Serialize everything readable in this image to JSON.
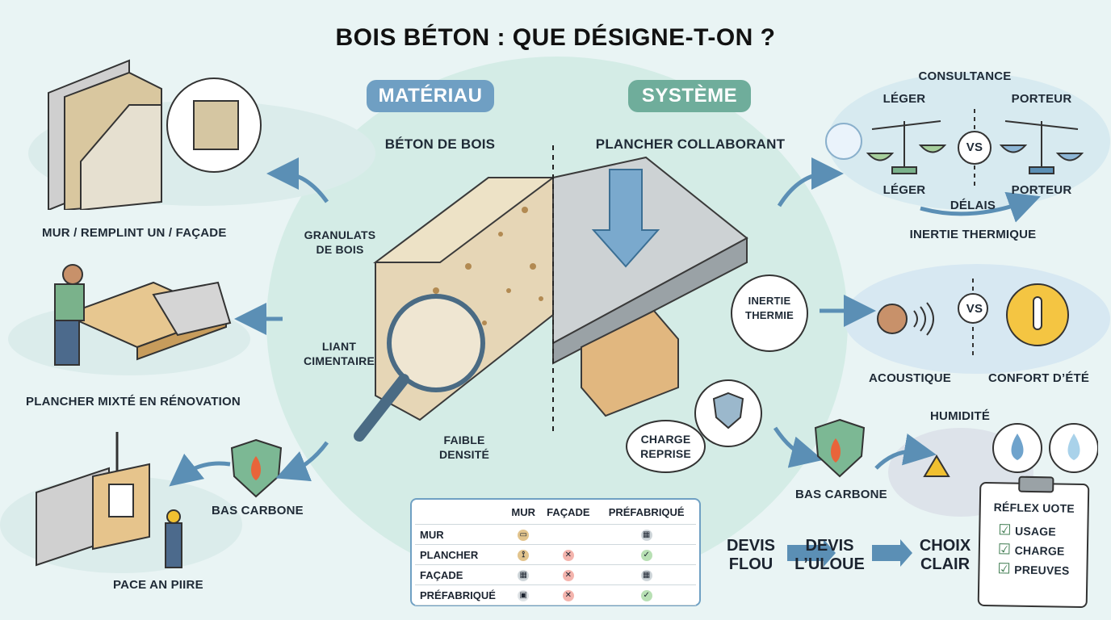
{
  "title": "BOIS BÉTON : QUE DÉSIGNE-T-ON ?",
  "materiau": {
    "pill": "MATÉRIAU",
    "beton_de_bois": "BÉTON DE BOIS",
    "granulats": [
      "GRANULATS",
      "DE BOIS"
    ],
    "liant": [
      "LIANT",
      "CIMENTAIRE"
    ],
    "faible": [
      "FAIBLE",
      "DENSITÉ"
    ]
  },
  "systeme": {
    "pill": "SYSTÈME",
    "plancher": "PLANCHER COLLABORANT",
    "inertie_bubble": [
      "INERTIE",
      "THERMIE"
    ],
    "charge": [
      "CHARGE",
      "REPRISE"
    ]
  },
  "left": {
    "mur": "MUR / REMPLINT UN / FAÇADE",
    "plancher": "PLANCHER MIXTÉ EN RÉNOVATION",
    "bas_carbone": "BAS CARBONE",
    "pace": "PACE AN PIIRE"
  },
  "right": {
    "consultance": "CONSULTANCE",
    "leger_top": "LÉGER",
    "porteur_top": "PORTEUR",
    "vs": "VS",
    "leger_bottom": "LÉGER",
    "porteur_bottom": "PORTEUR",
    "delais": "DÉLAIS",
    "inertie_thermique": "INERTIE THERMIQUE",
    "acoustique": "ACOUSTIQUE",
    "confort": "CONFORT D’ÉTÉ",
    "humidite": "HUMIDITÉ",
    "bas_carbone": "BAS CARBONE",
    "devis_flou": [
      "DEVIS",
      "FLOU"
    ],
    "devis_uloue": [
      "DEVIS",
      "L’ULOUE"
    ],
    "choix_clair": [
      "CHOIX",
      "CLAIR"
    ],
    "clipboard_title": "RÉFLEX UOTE",
    "clipboard_items": [
      "USAGE",
      "CHARGE",
      "PREUVES"
    ]
  },
  "matrix": {
    "headers": [
      "",
      "MUR",
      "FAÇADE",
      "PRÉFABRIQUÉ"
    ],
    "rows": [
      {
        "label": "MUR",
        "cells": [
          "tile",
          "",
          "bricks"
        ]
      },
      {
        "label": "PLANCHER",
        "cells": [
          "pin",
          "no",
          "yes"
        ]
      },
      {
        "label": "FAÇADE",
        "cells": [
          "bricks",
          "no",
          "bricks"
        ]
      },
      {
        "label": "PRÉFABRIQUÉ",
        "cells": [
          "box",
          "no",
          "yes"
        ]
      }
    ]
  },
  "colors": {
    "materiau_pill": "#6f9fc3",
    "systeme_pill": "#6fad9b",
    "arrow": "#5b8fb5",
    "bg": "#e9f4f4",
    "circle": "#d3ebe6"
  }
}
